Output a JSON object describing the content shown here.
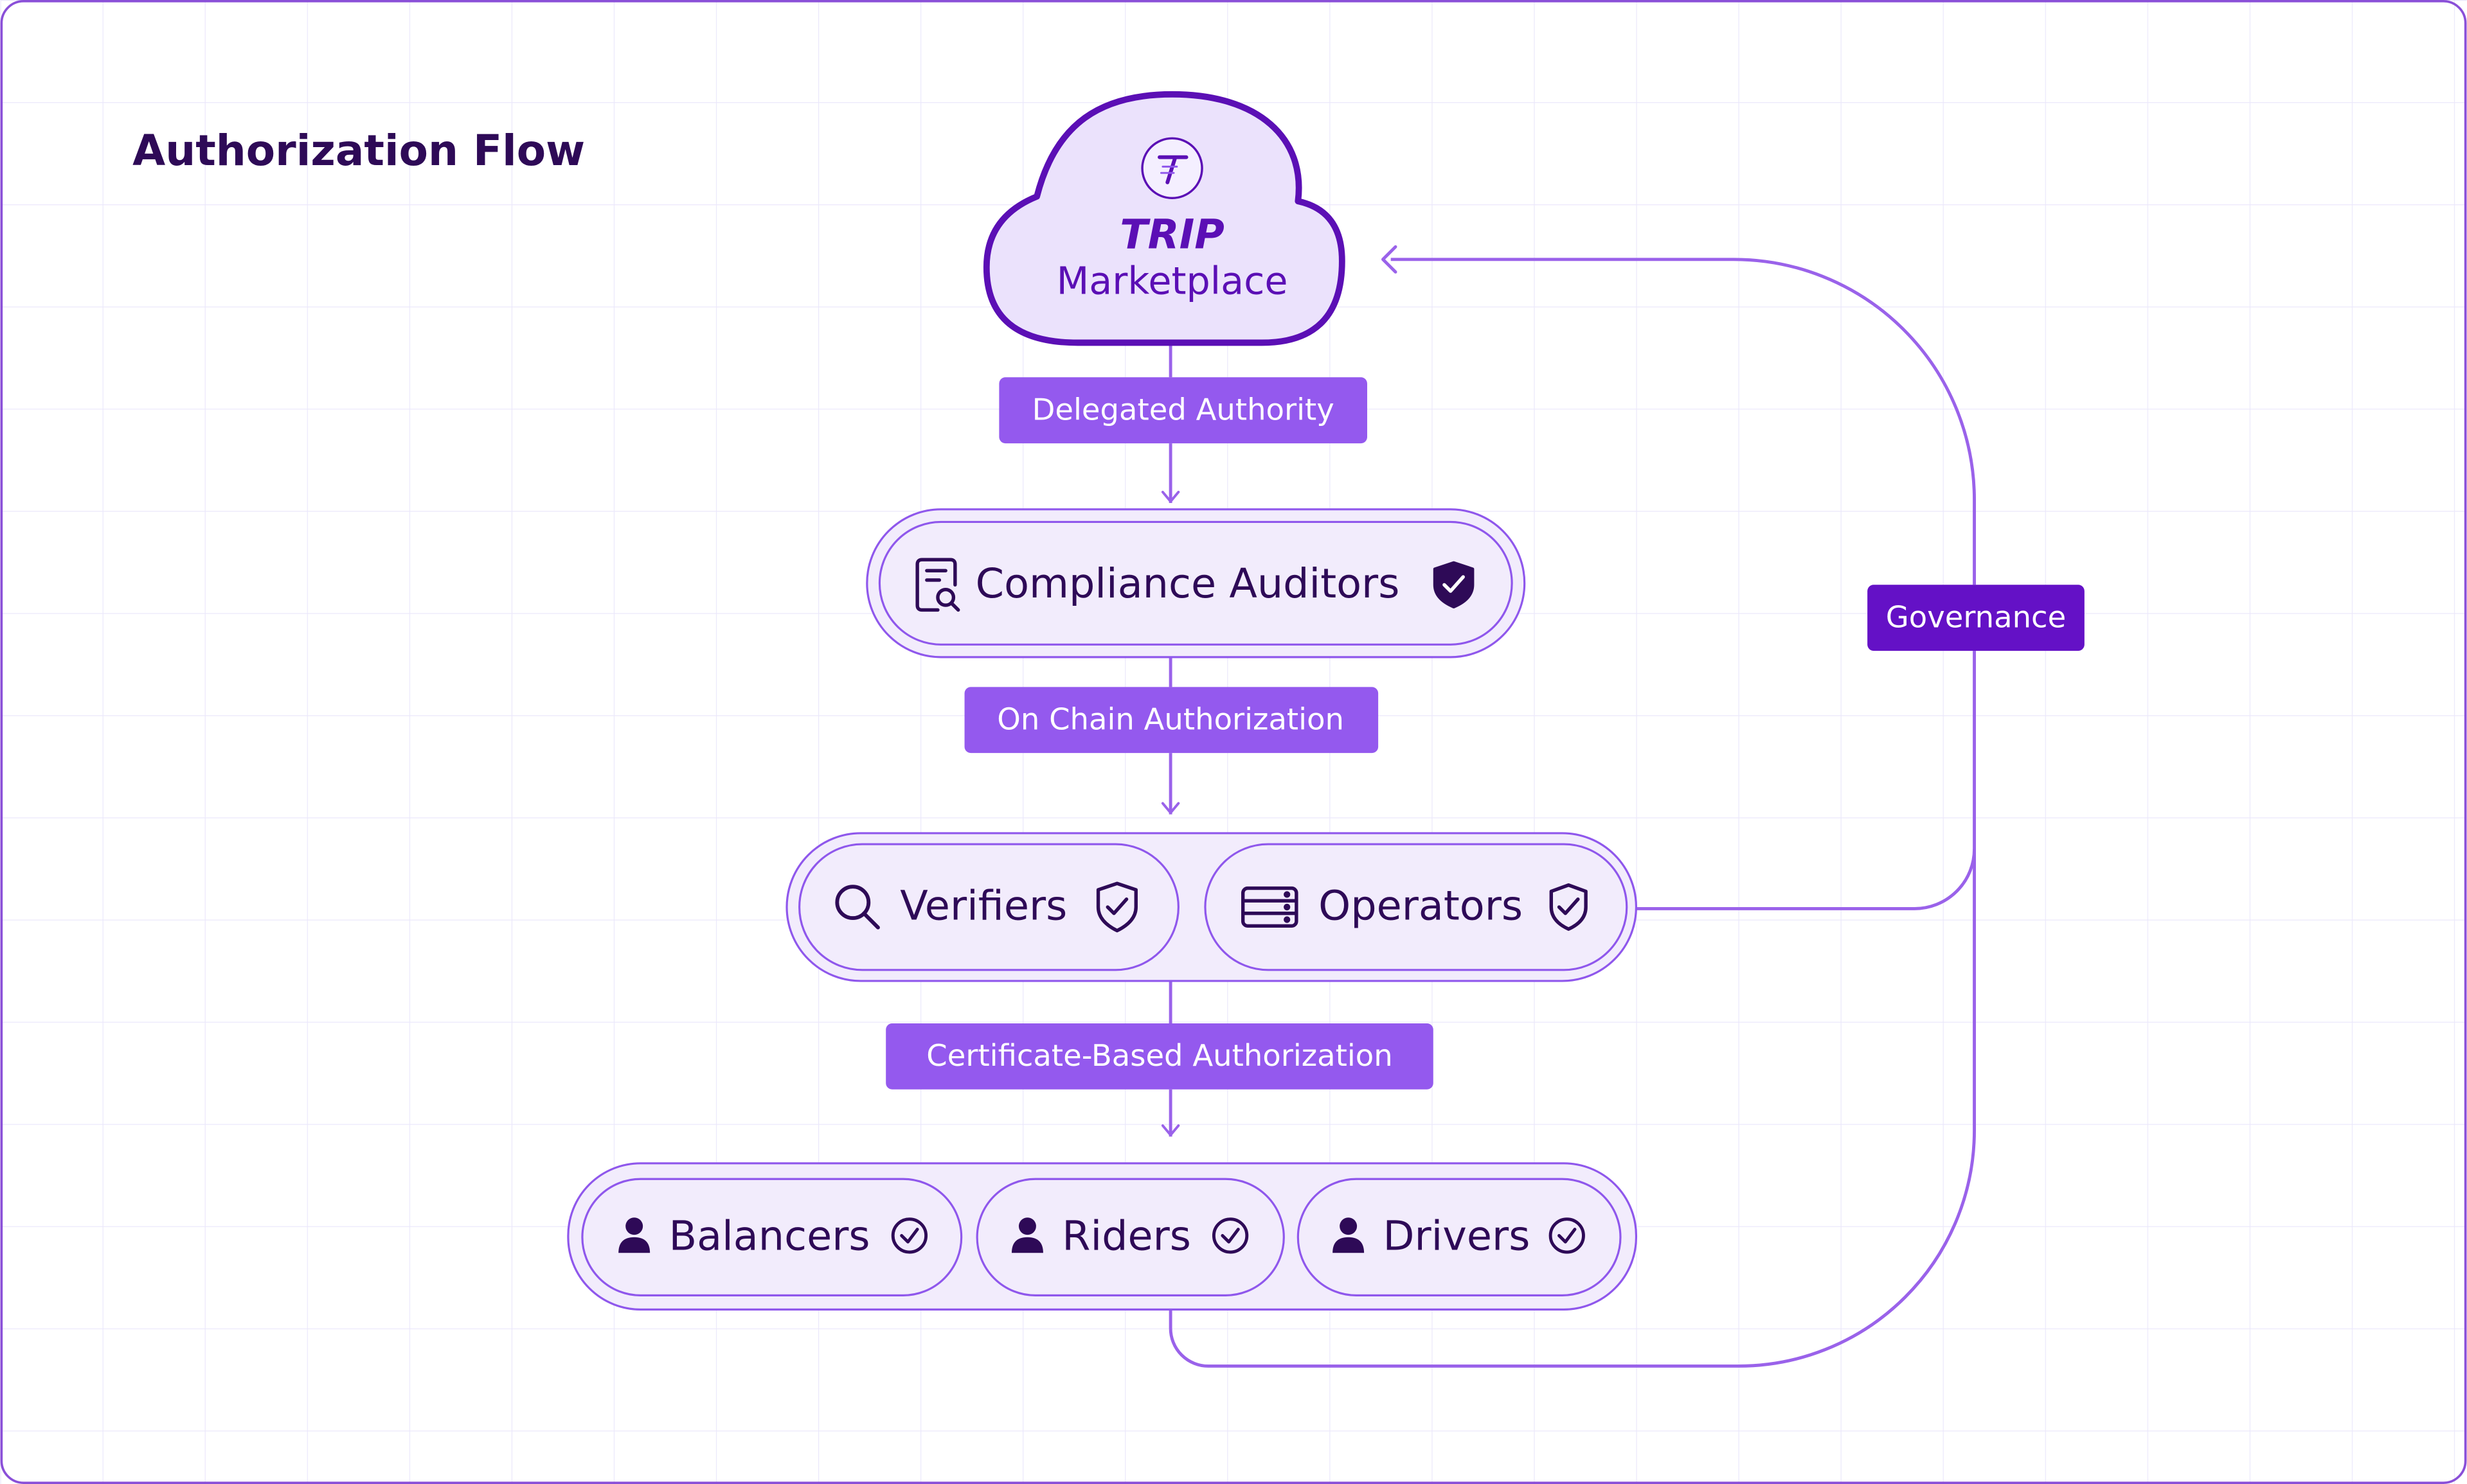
{
  "title": "Authorization Flow",
  "colors": {
    "canvas_background": "#ffffff",
    "grid_line": "#ebe8fb",
    "frame_border": "#8a4fd8",
    "dark_purple": "#2e0a57",
    "brand_purple": "#5b0fb5",
    "accent_purple": "#8f57ec",
    "connector": "#9a62ea",
    "node_fill": "#f2ecfc",
    "cloud_fill": "#ebe2fc",
    "label_fill": "#9459ee",
    "governance_fill": "#6411c6",
    "label_text": "#ffffff"
  },
  "nodes": {
    "marketplace": {
      "brand": "TRIP",
      "name": "Marketplace",
      "icon": "trip-logo-icon"
    },
    "compliance_auditors": {
      "label": "Compliance Auditors",
      "icon": "document-search-icon",
      "badge": "shield-check-filled-icon"
    },
    "verifiers": {
      "label": "Verifiers",
      "icon": "search-icon",
      "badge": "shield-check-icon"
    },
    "operators": {
      "label": "Operators",
      "icon": "server-icon",
      "badge": "shield-check-icon"
    },
    "balancers": {
      "label": "Balancers",
      "icon": "user-icon",
      "badge": "check-circle-icon"
    },
    "riders": {
      "label": "Riders",
      "icon": "user-icon",
      "badge": "check-circle-icon"
    },
    "drivers": {
      "label": "Drivers",
      "icon": "user-icon",
      "badge": "check-circle-icon"
    }
  },
  "edges": {
    "delegated_authority": "Delegated Authority",
    "on_chain_authorization": "On Chain Authorization",
    "certificate_based_authorization": "Certificate-Based Authorization",
    "governance": "Governance"
  }
}
